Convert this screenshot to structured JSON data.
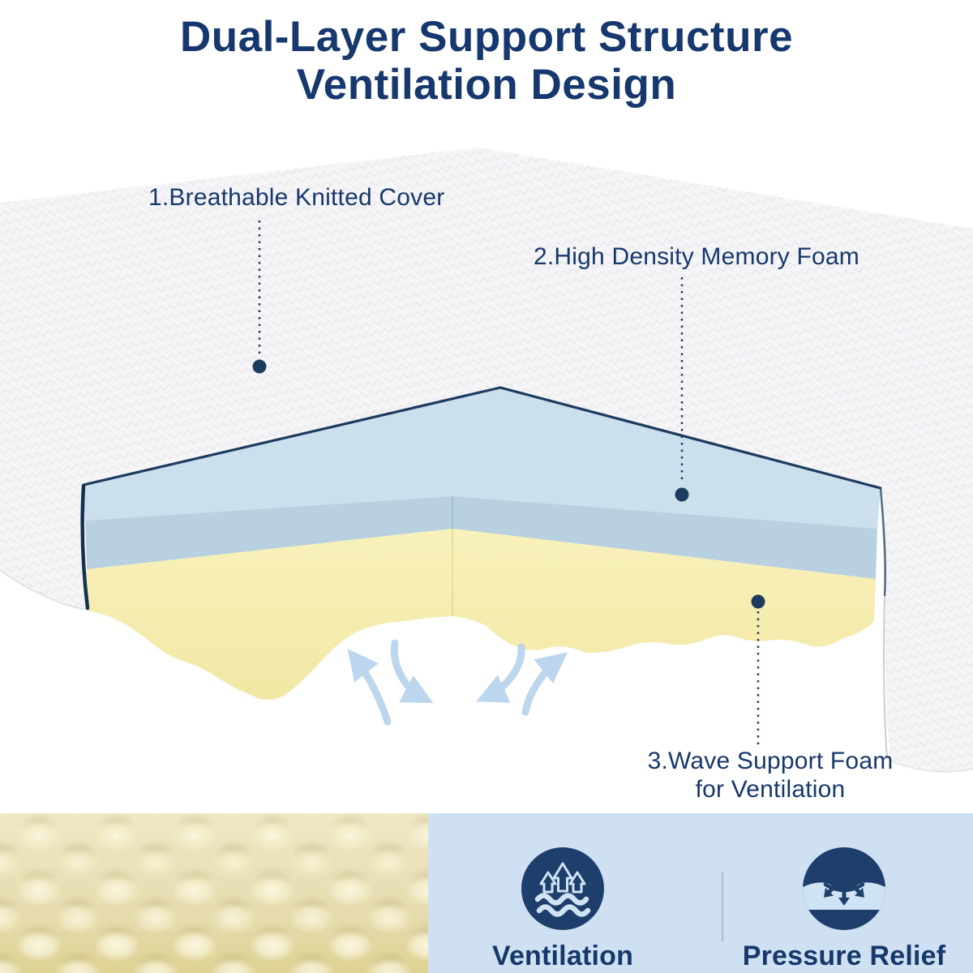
{
  "title": {
    "line1": "Dual-Layer Support Structure",
    "line2": "Ventilation Design"
  },
  "callouts": {
    "cover": "1.Breathable Knitted Cover",
    "memory_foam": "2.High Density Memory Foam",
    "wave_foam_line1": "3.Wave Support Foam",
    "wave_foam_line2": "for Ventilation"
  },
  "features": {
    "ventilation": {
      "label": "Ventilation",
      "icon": "ventilation-icon"
    },
    "pressure_relief": {
      "label": "Pressure Relief",
      "icon": "pressure-relief-icon"
    }
  },
  "layers": {
    "layer1": "Breathable Knitted Cover",
    "layer2": "High Density Memory Foam",
    "layer3": "Wave Support Foam"
  },
  "colors": {
    "title_navy": "#16386e",
    "label_navy": "#17386b",
    "outline_navy": "#1d3b5f",
    "memory_foam_top": "#cbdfec",
    "memory_foam_front": "#b8d0df",
    "wave_foam_light": "#f8f1bb",
    "wave_foam_dark": "#f1e7a3",
    "panel_blue": "#cfe0f2",
    "icon_navy": "#1e3f6b",
    "icon_light_blue": "#cfe3f4",
    "airflow_arrow_blue": "#b7d3ec",
    "foam_photo_cream": "#e7dfb4"
  }
}
